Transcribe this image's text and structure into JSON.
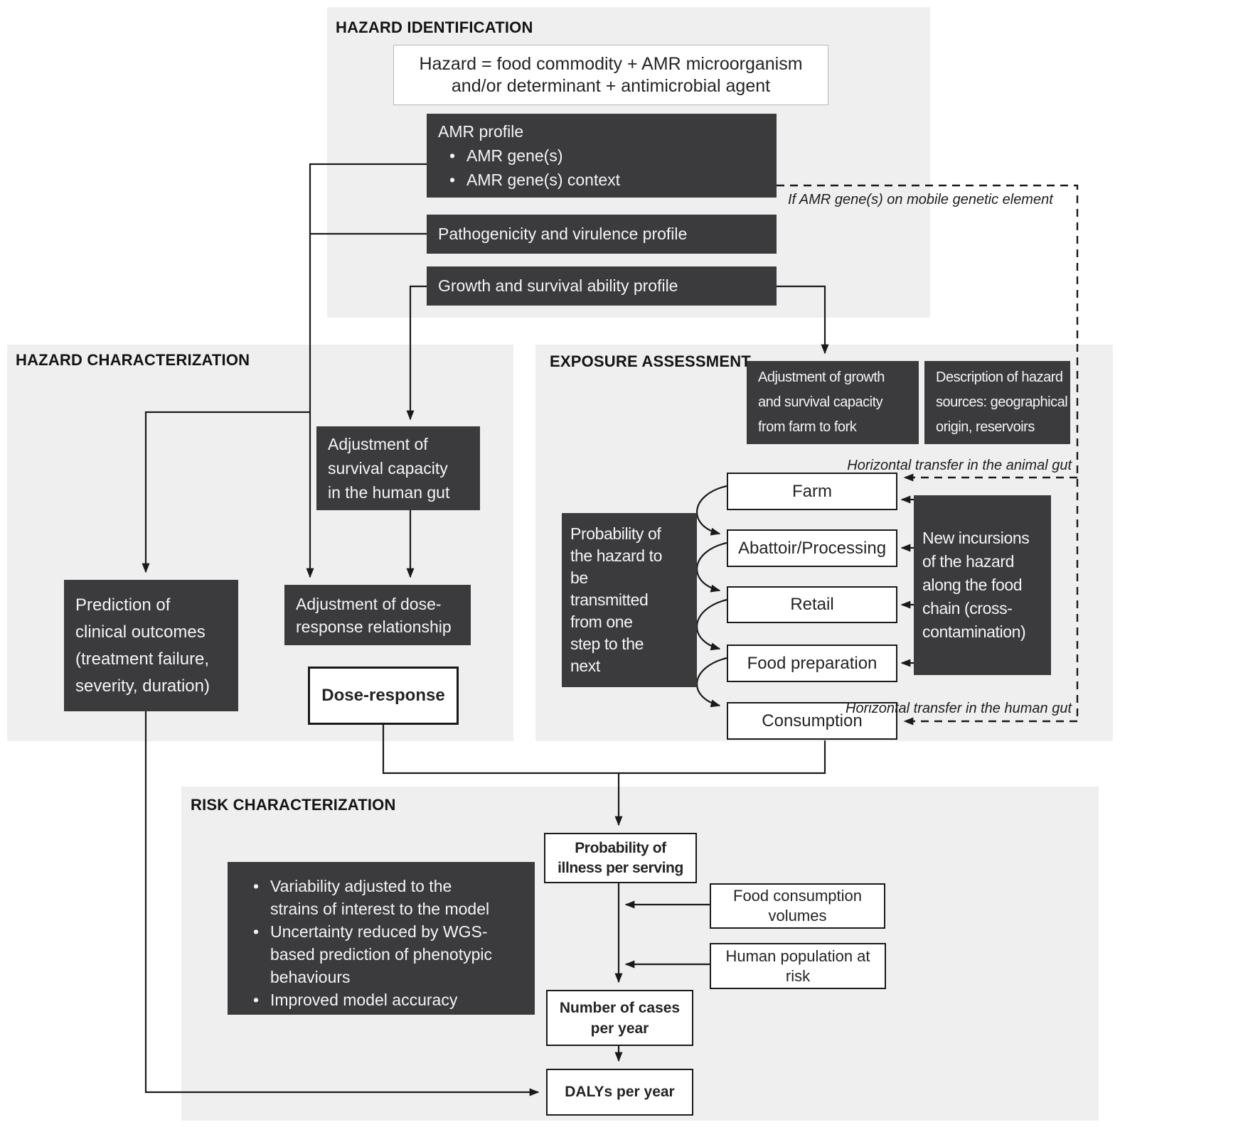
{
  "bullet_char": "•",
  "colors": {
    "dark_box": "#3b3b3d",
    "panel": "#f0efef",
    "line": "#1a1a1a"
  },
  "sections": {
    "hazard_identification": {
      "title": "HAZARD IDENTIFICATION",
      "hazard_definition": {
        "line1": "Hazard = food commodity + AMR microorganism",
        "line2": "and/or determinant + antimicrobial agent"
      },
      "amr_profile": {
        "title": "AMR profile",
        "bullets": [
          "AMR gene(s)",
          "AMR gene(s) context"
        ]
      },
      "pathogenicity": "Pathogenicity and virulence profile",
      "growth": "Growth and survival ability profile",
      "mobile_note": "If AMR gene(s) on mobile genetic element"
    },
    "hazard_characterization": {
      "title": "HAZARD CHARACTERIZATION",
      "adj_survival": [
        "Adjustment of",
        "survival capacity",
        "in the human gut"
      ],
      "prediction": [
        "Prediction of",
        "clinical outcomes",
        "(treatment failure,",
        "severity, duration)"
      ],
      "adj_dose": [
        "Adjustment of dose-",
        "response relationship"
      ],
      "dose_response": "Dose-response"
    },
    "exposure_assessment": {
      "title": "EXPOSURE ASSESSMENT",
      "adj_growth": [
        "Adjustment of growth",
        "and survival capacity",
        "from farm to fork"
      ],
      "hazard_sources": [
        "Description of hazard",
        "sources: geographical",
        "origin, reservoirs"
      ],
      "chain": [
        "Farm",
        "Abattoir/Processing",
        "Retail",
        "Food preparation",
        "Consumption"
      ],
      "transmission": [
        "Probability of",
        "the hazard to",
        "be",
        "transmitted",
        "from one",
        "step to the",
        "next"
      ],
      "incursions": [
        "New incursions",
        "of the hazard",
        "along the food",
        "chain (cross-",
        "contamination)"
      ],
      "animal_gut_note": "Horizontal transfer in the animal gut",
      "human_gut_note": "Horizontal transfer in the human gut"
    },
    "risk_characterization": {
      "title": "RISK CHARACTERIZATION",
      "bullets": [
        [
          "Variability adjusted to the",
          "strains of interest to the model"
        ],
        [
          "Uncertainty reduced by WGS-",
          "based prediction of phenotypic",
          "behaviours"
        ],
        [
          "Improved model accuracy"
        ]
      ],
      "prob_illness": [
        "Probability of",
        "illness per serving"
      ],
      "food_volumes": [
        "Food consumption",
        "volumes"
      ],
      "human_population": [
        "Human population at",
        "risk"
      ],
      "num_cases": [
        "Number of cases",
        "per year"
      ],
      "dalys": "DALYs per year"
    }
  }
}
